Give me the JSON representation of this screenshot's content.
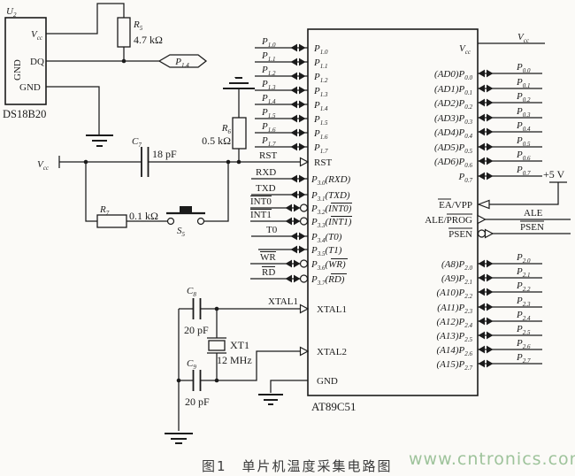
{
  "figure": {
    "caption": "图1　单片机温度采集电路图",
    "watermark": "www.cntronics.com"
  },
  "colors": {
    "ink": "#1b1b1b",
    "paper": "#fbfaf7",
    "watermark_green": "#9ec39b",
    "caption_gray": "#3a3a3a"
  },
  "sensor": {
    "ref": "U2",
    "part": "DS18B20",
    "pins": {
      "vcc": "Vcc",
      "dq": "DQ",
      "gnd_side": "GND",
      "gnd_bottom": "GND"
    },
    "dq_net_flag": "P1.4"
  },
  "power": {
    "vcc_left": "Vcc",
    "vcc_top_right": "Vcc",
    "plus_5v": "+5 V"
  },
  "components": {
    "r5": {
      "ref": "R5",
      "value": "4.7 kΩ"
    },
    "r6": {
      "ref": "R6",
      "value": "0.5 kΩ"
    },
    "r7": {
      "ref": "R7",
      "value": "0.1 kΩ"
    },
    "c7": {
      "ref": "C7",
      "value": "18 pF"
    },
    "c8": {
      "ref": "C8",
      "value": "20 pF"
    },
    "c9": {
      "ref": "C9",
      "value": "20 pF"
    },
    "s5": {
      "ref": "S5"
    },
    "xt1": {
      "ref": "XT1",
      "value": "12 MHz"
    }
  },
  "mcu": {
    "part": "AT89C51",
    "left_pins": [
      "P1.0",
      "P1.1",
      "P1.2",
      "P1.3",
      "P1.4",
      "P1.5",
      "P1.6",
      "P1.7",
      "RST",
      "P3.0(RXD)",
      "P3.1(TXD)",
      "P3.2(INT0)",
      "P3.3(INT1)",
      "P3.4(T0)",
      "P3.5(T1)",
      "P3.6(WR)",
      "P3.7(RD)",
      "XTAL1",
      "XTAL2",
      "GND"
    ],
    "right_pins": [
      "Vcc",
      "(AD0)P0.0",
      "(AD1)P0.1",
      "(AD2)P0.2",
      "(AD3)P0.3",
      "(AD4)P0.4",
      "(AD5)P0.5",
      "(AD6)P0.6",
      "P0.7",
      "EA/VPP",
      "ALE/PROG",
      "PSEN",
      "(A8)P2.0",
      "(A9)P2.1",
      "(A10)P2.2",
      "(A11)P2.3",
      "(A12)P2.4",
      "(A13)P2.5",
      "(A14)P2.6",
      "(A15)P2.7"
    ]
  },
  "flags": {
    "left": [
      "P1.0",
      "P1.1",
      "P1.2",
      "P1.3",
      "P1.4",
      "P1.5",
      "P1.6",
      "P1.7",
      "RST",
      "RXD",
      "TXD",
      "INT0",
      "INT1",
      "T0",
      "WR",
      "RD"
    ],
    "xtal1_ext": "XTAL1",
    "right_p0": [
      "P0.0",
      "P0.1",
      "P0.2",
      "P0.3",
      "P0.4",
      "P0.5",
      "P0.6",
      "P0.7"
    ],
    "ale": "ALE",
    "psen": "PSEN",
    "right_p2": [
      "P2.0",
      "P2.1",
      "P2.2",
      "P2.3",
      "P2.4",
      "P2.5",
      "P2.6",
      "P2.7"
    ]
  }
}
